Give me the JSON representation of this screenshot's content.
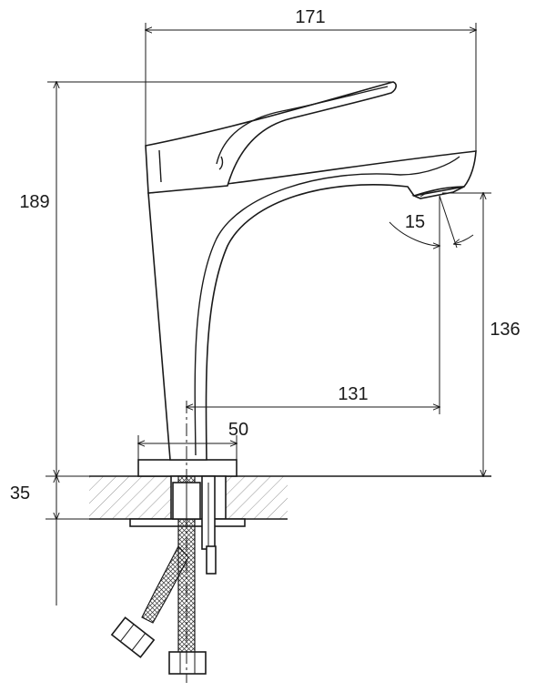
{
  "diagram": {
    "dimensions": {
      "overall_width": "171",
      "height": "189",
      "spout_height": "136",
      "reach": "131",
      "spray_angle": "15",
      "base_diameter": "50",
      "mount_thickness": "35"
    },
    "colors": {
      "line": "#1a1a1a",
      "hatch": "#777777",
      "background": "#ffffff"
    }
  }
}
